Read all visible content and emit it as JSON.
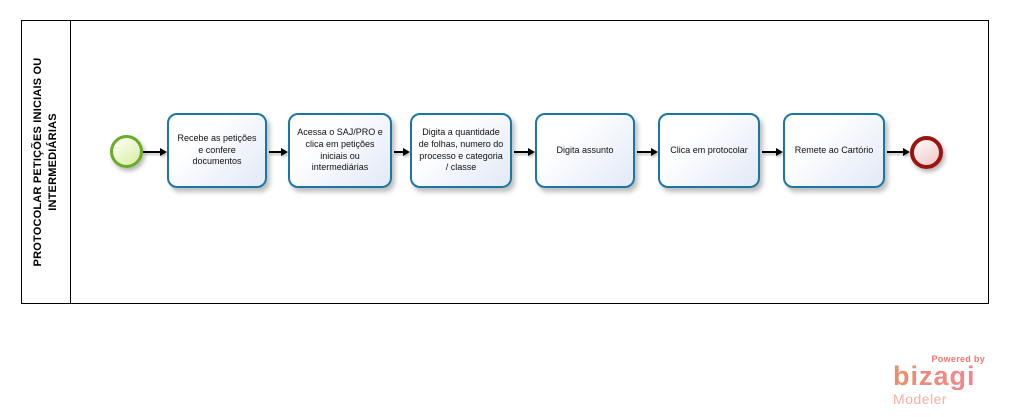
{
  "diagram": {
    "lane": {
      "title": "PROTOCOLAR PETIÇÕES INICIAIS OU INTERMEDIÁRIAS"
    },
    "events": {
      "start_name": "start-event",
      "end_name": "end-event"
    },
    "tasks": [
      {
        "label": "Recebe as petições e confere documentos"
      },
      {
        "label": "Acessa o SAJ/PRO e clica em petições iniciais ou intermediárias"
      },
      {
        "label": "Digita a quantidade de folhas, numero do processo e categoria / classe"
      },
      {
        "label": "Digita assunto"
      },
      {
        "label": "Clica em protocolar"
      },
      {
        "label": "Remete ao Cartório"
      }
    ],
    "colors": {
      "task_border": "#1b76a1",
      "start_event_border": "#6aab28",
      "end_event_border": "#9b1414",
      "pool_border": "#000000"
    }
  },
  "branding": {
    "powered_by": "Powered by",
    "logo": "bizagi",
    "product": "Modeler",
    "color": "#f0806e"
  }
}
